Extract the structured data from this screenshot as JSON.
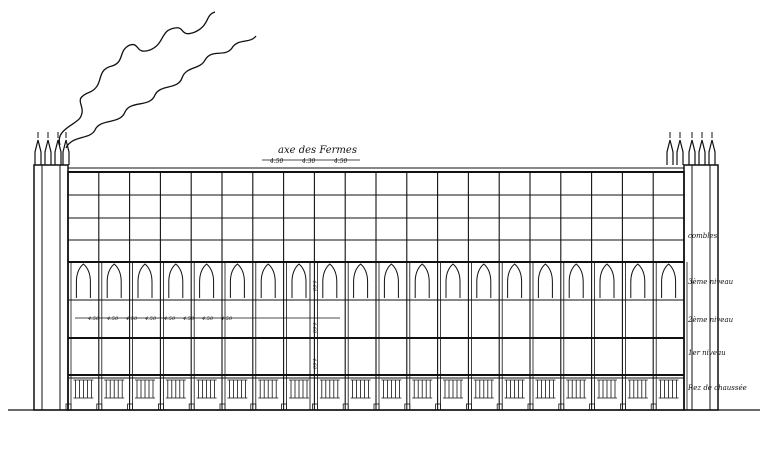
{
  "drawing": {
    "truss_axis_label": "axe des Fermes",
    "truss_spacing_marks": [
      "4.50",
      "4.30",
      "4.50"
    ],
    "mid_dimension_marks": [
      "4.50",
      "4.50",
      "4.50",
      "4.50",
      "4.50",
      "4.50",
      "4.50",
      "4.50"
    ],
    "vertical_dimension_marks": [
      "4.60",
      "4.60",
      "4.60"
    ],
    "levels": [
      {
        "label": "combles"
      },
      {
        "label": "3ème niveau"
      },
      {
        "label": "2ème niveau"
      },
      {
        "label": "1er niveau"
      },
      {
        "label": "Rez de chaussée"
      }
    ],
    "colors": {
      "ink": "#111111",
      "paper": "#ffffff"
    }
  }
}
